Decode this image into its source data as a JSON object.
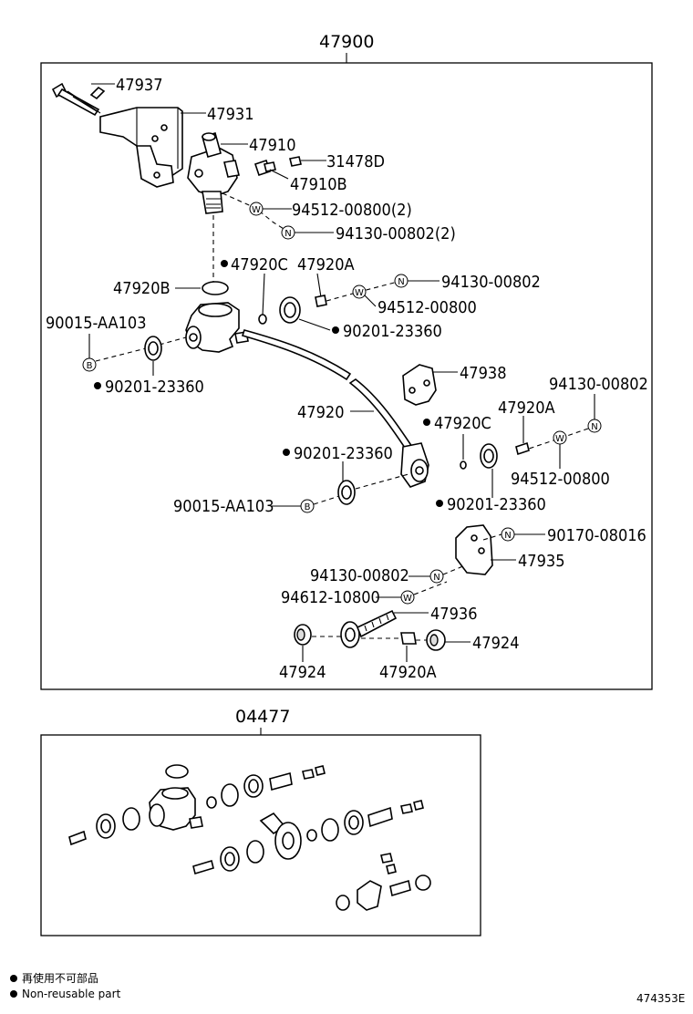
{
  "assembly_label": "47900",
  "kit_label": "04477",
  "part_labels": {
    "p47937": "47937",
    "p47931": "47931",
    "p47910": "47910",
    "p31478D": "31478D",
    "p47910B": "47910B",
    "p94512_2": "94512-00800(2)",
    "p94130_2": "94130-00802(2)",
    "p47920C_a": "47920C",
    "p47920A_a": "47920A",
    "p47920B": "47920B",
    "p94130_a": "94130-00802",
    "p94512_a": "94512-00800",
    "p90015_a": "90015-AA103",
    "p90201_a": "90201-23360",
    "p90201_b": "90201-23360",
    "p47938": "47938",
    "p94130_b": "94130-00802",
    "p47920": "47920",
    "p47920A_b": "47920A",
    "p47920C_b": "47920C",
    "p94512_b": "94512-00800",
    "p90201_c": "90201-23360",
    "p90015_b": "90015-AA103",
    "p90201_d": "90201-23360",
    "p90170": "90170-08016",
    "p47935": "47935",
    "p94130_c": "94130-00802",
    "p94612": "94612-10800",
    "p47936": "47936",
    "p47924_a": "47924",
    "p47924_b": "47924",
    "p47920A_c": "47920A"
  },
  "symbols": {
    "washer": "W",
    "nut": "N",
    "bolt": "B"
  },
  "legend": {
    "line1": "再使用不可部品",
    "line2": "Non-reusable part"
  },
  "figure_code": "474353E"
}
